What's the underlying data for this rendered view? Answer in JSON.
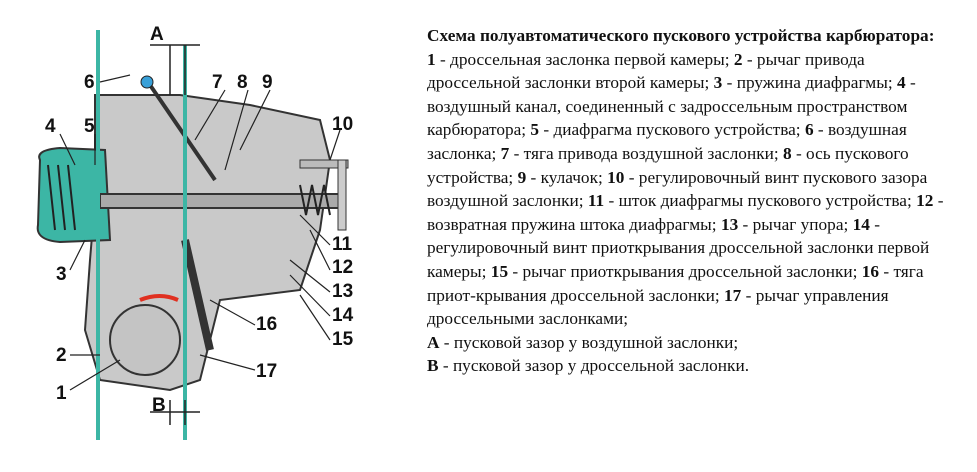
{
  "diagram": {
    "labels": [
      "1",
      "2",
      "3",
      "4",
      "5",
      "6",
      "7",
      "8",
      "9",
      "10",
      "11",
      "12",
      "13",
      "14",
      "15",
      "16",
      "17",
      "A",
      "B"
    ]
  },
  "legend": {
    "title": "Схема полуавтоматического пускового устройства карбюратора:",
    "items": [
      {
        "num": "1",
        "text": "дроссельная заслонка первой камеры;"
      },
      {
        "num": "2",
        "text": "рычаг привода дроссельной заслонки второй камеры;"
      },
      {
        "num": "3",
        "text": "пружина диафрагмы;"
      },
      {
        "num": "4",
        "text": "воздушный канал, соединенный с задроссельным пространством карбюратора;"
      },
      {
        "num": "5",
        "text": "диафрагма пускового устройства;"
      },
      {
        "num": "6",
        "text": "воздушная заслонка;"
      },
      {
        "num": "7",
        "text": "тяга привода воздушной заслонки;"
      },
      {
        "num": "8",
        "text": "ось пускового устройства;"
      },
      {
        "num": "9",
        "text": "кулачок;"
      },
      {
        "num": "10",
        "text": "регулировочный винт пускового зазора воздушной заслонки;"
      },
      {
        "num": "11",
        "text": "шток диафрагмы пускового устройства;"
      },
      {
        "num": "12",
        "text": "возвратная пружина штока диафрагмы;"
      },
      {
        "num": "13",
        "text": "рычаг упора;"
      },
      {
        "num": "14",
        "text": "регулировочный винт приоткрывания дроссельной заслонки первой камеры;"
      },
      {
        "num": "15",
        "text": "рычаг приоткрывания дроссельной заслонки;"
      },
      {
        "num": "16",
        "text": "тяга приот-крывания дроссельной заслонки;"
      },
      {
        "num": "17",
        "text": "рычаг управления дроссельными заслонками;"
      }
    ],
    "gaps": [
      {
        "num": "A",
        "text": "пусковой зазор у воздушной заслонки;"
      },
      {
        "num": "B",
        "text": "пусковой зазор у дроссельной заслонки."
      }
    ]
  }
}
